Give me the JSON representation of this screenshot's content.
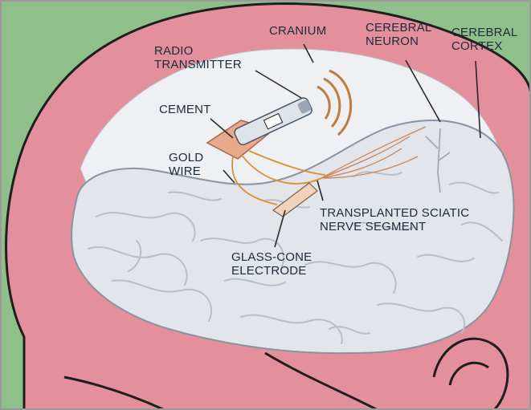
{
  "colors": {
    "background": "#8fbf8a",
    "skin": "#e3909c",
    "skull_interior": "#eef0f3",
    "brain": "#e2e5ea",
    "brain_fold": "#b9bfc8",
    "outline": "#1e1e1e",
    "leader": "#2a2a2a",
    "label_text": "#1c2a3a",
    "cement": "#e9a98b",
    "transmitter": "#dfe3ea",
    "wire": "#d9922f",
    "radio_waves": "#c27b3c"
  },
  "labels": {
    "cranium": "CRANIUM",
    "radio_transmitter": [
      "RADIO",
      "TRANSMITTER"
    ],
    "cerebral_neuron": [
      "CEREBRAL",
      "NEURON"
    ],
    "cerebral_cortex": [
      "CEREBRAL",
      "CORTEX"
    ],
    "cement": "CEMENT",
    "gold_wire": [
      "GOLD",
      "WIRE"
    ],
    "sciatic_nerve": [
      "TRANSPLANTED SCIATIC",
      "NERVE SEGMENT"
    ],
    "electrode": [
      "GLASS-CONE",
      "ELECTRODE"
    ]
  }
}
